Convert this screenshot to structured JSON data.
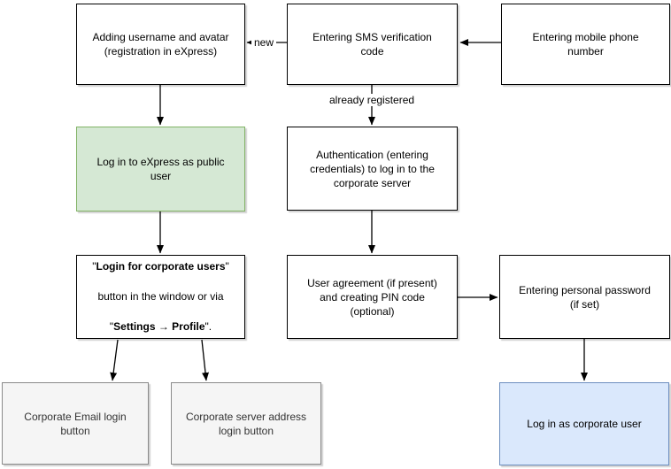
{
  "diagram": {
    "nodes": {
      "adding_username": {
        "lines": [
          "Adding username and avatar",
          "(registration in eXpress)"
        ]
      },
      "sms_code": {
        "lines": [
          "Entering SMS verification",
          "code"
        ]
      },
      "mobile_number": {
        "lines": [
          "Entering mobile phone",
          "number"
        ]
      },
      "public_login": {
        "lines": [
          "Log in to eXpress as public",
          "user"
        ]
      },
      "auth_corporate": {
        "lines": [
          "Authentication (entering",
          "credentials) to log in to the",
          "corporate server"
        ]
      },
      "corporate_button": {
        "line1_open_quote": "\"",
        "line1_bold": "Login for corporate users",
        "line1_close_quote": "\"",
        "line2": "button in the window or via",
        "line3_open_quote": "\"",
        "line3_bold": "Settings → Profile",
        "line3_suffix": "\"."
      },
      "user_agreement": {
        "lines": [
          "User agreement (if present)",
          "and creating PIN code",
          "(optional)"
        ]
      },
      "personal_password": {
        "lines": [
          "Entering personal password",
          "(if set)"
        ]
      },
      "email_login": {
        "lines": [
          "Corporate Email login",
          "button"
        ]
      },
      "server_address_login": {
        "lines": [
          "Corporate server address",
          "login button"
        ]
      },
      "corporate_user_login": {
        "lines": [
          "Log in as corporate user"
        ]
      }
    },
    "edge_labels": {
      "new": "new",
      "already_registered": "already registered"
    },
    "colors": {
      "node_default_fill": "#ffffff",
      "node_default_stroke": "#000000",
      "node_green_fill": "#d5e8d4",
      "node_green_stroke": "#82b366",
      "node_blue_fill": "#dae8fc",
      "node_blue_stroke": "#6c8ebf",
      "node_gray_fill": "#f5f5f5",
      "node_gray_stroke": "#8a8a8a",
      "node_gray_text": "#333333",
      "edge_stroke": "#000000"
    }
  }
}
